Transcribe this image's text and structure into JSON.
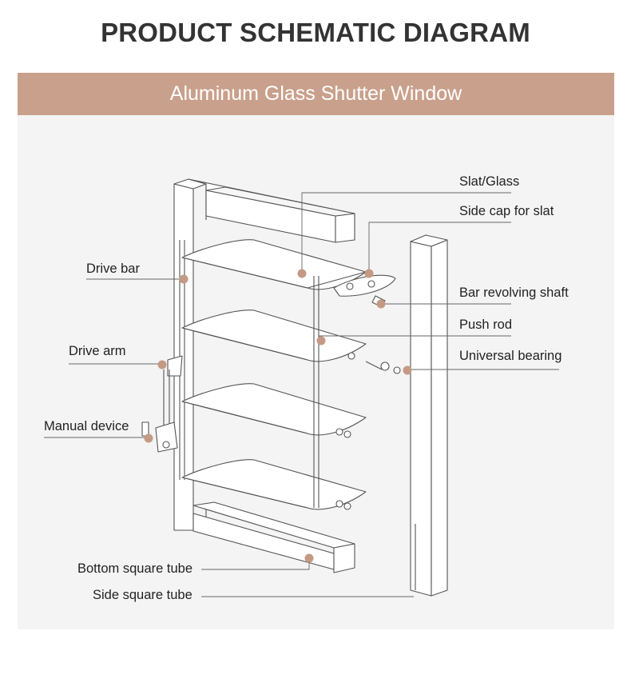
{
  "header": {
    "title": "PRODUCT SCHEMATIC DIAGRAM"
  },
  "banner": {
    "text": "Aluminum Glass Shutter Window",
    "color": "#c9a08b"
  },
  "colors": {
    "dot": "#c49a85",
    "line": "#555555",
    "panel": "#f4f4f4"
  },
  "labels": {
    "slat_glass": "Slat/Glass",
    "side_cap": "Side cap for slat",
    "bar_shaft": "Bar revolving shaft",
    "push_rod": "Push rod",
    "universal_bearing": "Universal bearing",
    "drive_bar": "Drive bar",
    "drive_arm": "Drive arm",
    "manual_device": "Manual device",
    "bottom_tube": "Bottom square tube",
    "side_tube": "Side square tube"
  }
}
